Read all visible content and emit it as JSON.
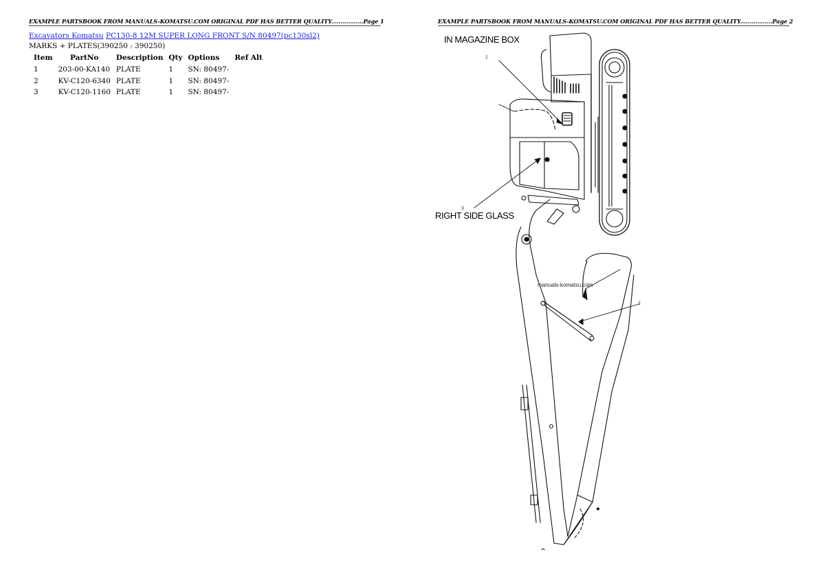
{
  "pages": [
    {
      "header": "EXAMPLE PARTSBOOK FROM MANUALS-KOMATSU.COM ORIGINAL PDF HAS BETTER QUALITY.................Page 1",
      "breadcrumb": {
        "category_link": "Excavators Komatsu",
        "model_link": "PC130-8 12M SUPER LONG FRONT S/N 80497(pc130sl2)"
      },
      "section_title": "MARKS + PLATES(390250 : 390250)",
      "table": {
        "columns": [
          "Item",
          "PartNo",
          "Description",
          "Qty",
          "Options",
          "Ref Alt"
        ],
        "rows": [
          {
            "item": "1",
            "part_no": "203-00-KA140",
            "description": "PLATE",
            "qty": "1",
            "options": "SN: 80497-",
            "ref_alt": ""
          },
          {
            "item": "2",
            "part_no": "KV-C120-6340",
            "description": "PLATE",
            "qty": "1",
            "options": "SN: 80497-",
            "ref_alt": ""
          },
          {
            "item": "3",
            "part_no": "KV-C120-1160",
            "description": "PLATE",
            "qty": "1",
            "options": "SN: 80497-",
            "ref_alt": ""
          }
        ]
      }
    },
    {
      "header": "EXAMPLE PARTSBOOK FROM MANUALS-KOMATSU.COM ORIGINAL PDF HAS BETTER QUALITY.................Page 2",
      "drawing": {
        "labels": {
          "magazine_box": "IN MAGAZINE BOX",
          "right_side_glass": "RIGHT SIDE GLASS"
        },
        "callouts": {
          "c1": "1",
          "c2": "2",
          "c3": "3"
        },
        "watermark": "manuals-komatsu.com"
      }
    }
  ],
  "colors": {
    "link": "#1a1aee",
    "callout": "#1a1aee",
    "text": "#000000",
    "background": "#ffffff"
  }
}
